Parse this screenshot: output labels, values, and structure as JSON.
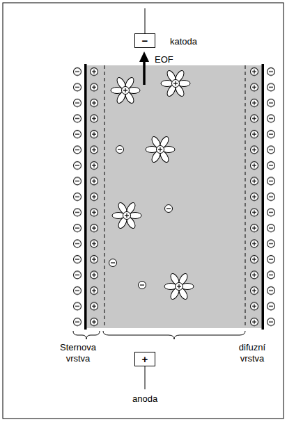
{
  "diagram": {
    "nodes": [
      {
        "text": [
          "−"
        ]
      },
      {
        "text": [
          "+"
        ]
      }
    ],
    "labels": [
      "katoda",
      "EOF",
      "Sternova vrstva",
      "difuzní vrstva",
      "anoda"
    ]
  }
}
